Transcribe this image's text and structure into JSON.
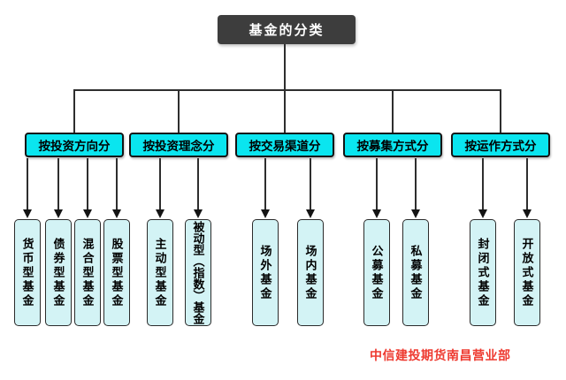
{
  "title": "基金的分类",
  "groups": [
    {
      "label": "按投资方向分",
      "leaves": [
        "货币型基金",
        "债券型基金",
        "混合型基金",
        "股票型基金"
      ]
    },
    {
      "label": "按投资理念分",
      "leaves": [
        "主动型基金",
        "被动型（指数）基金"
      ]
    },
    {
      "label": "按交易渠道分",
      "leaves": [
        "场外基金",
        "场内基金"
      ]
    },
    {
      "label": "按募集方式分",
      "leaves": [
        "公募基金",
        "私募基金"
      ]
    },
    {
      "label": "按运作方式分",
      "leaves": [
        "封闭式基金",
        "开放式基金"
      ]
    }
  ],
  "footer": {
    "credit": "中信建投期货南昌营业部"
  },
  "colors": {
    "root_bg": "#3d3d3d",
    "category_fill": "#0ae5ef",
    "leaf_fill": "#d3f3f5",
    "line": "#2e2e2e",
    "credit_red": "#ee3a30"
  }
}
